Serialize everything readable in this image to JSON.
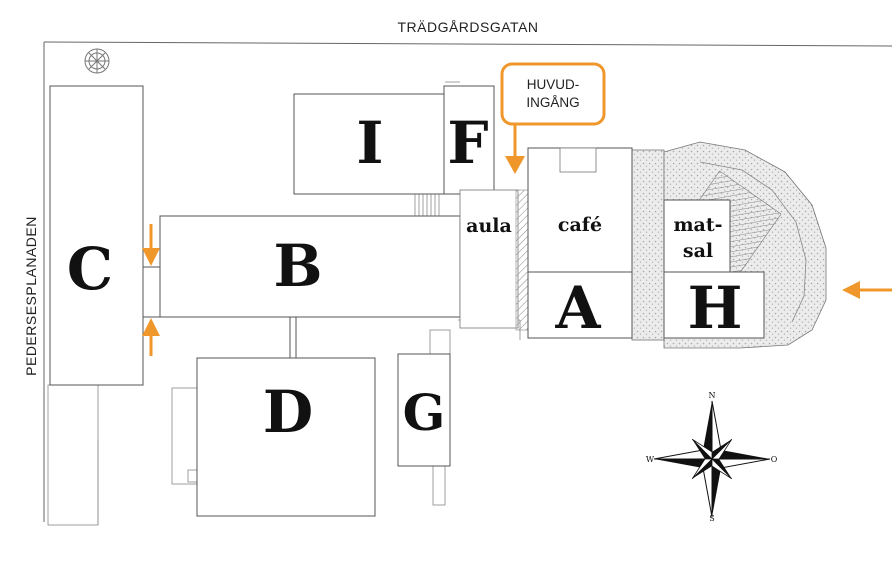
{
  "streets": {
    "north": "TRÄDGÅRDSGATAN",
    "west": "PEDERSESPLANADEN"
  },
  "buildings": [
    {
      "id": "c",
      "label": "C"
    },
    {
      "id": "b",
      "label": "B"
    },
    {
      "id": "i",
      "label": "I"
    },
    {
      "id": "f",
      "label": "F"
    },
    {
      "id": "a",
      "label": "A"
    },
    {
      "id": "h",
      "label": "H"
    },
    {
      "id": "d",
      "label": "D"
    },
    {
      "id": "g",
      "label": "G"
    }
  ],
  "rooms": {
    "aula": "aula",
    "cafe": "café",
    "matsal_1": "mat-",
    "matsal_2": "sal"
  },
  "main_entrance": {
    "line1": "HUVUD-",
    "line2": "INGÅNG"
  },
  "compass": {
    "n": "N",
    "s": "S",
    "w": "W",
    "o": "O"
  },
  "colors": {
    "accent": "#f0972b",
    "outline": "#555555",
    "paving": "#d9d9d9"
  }
}
